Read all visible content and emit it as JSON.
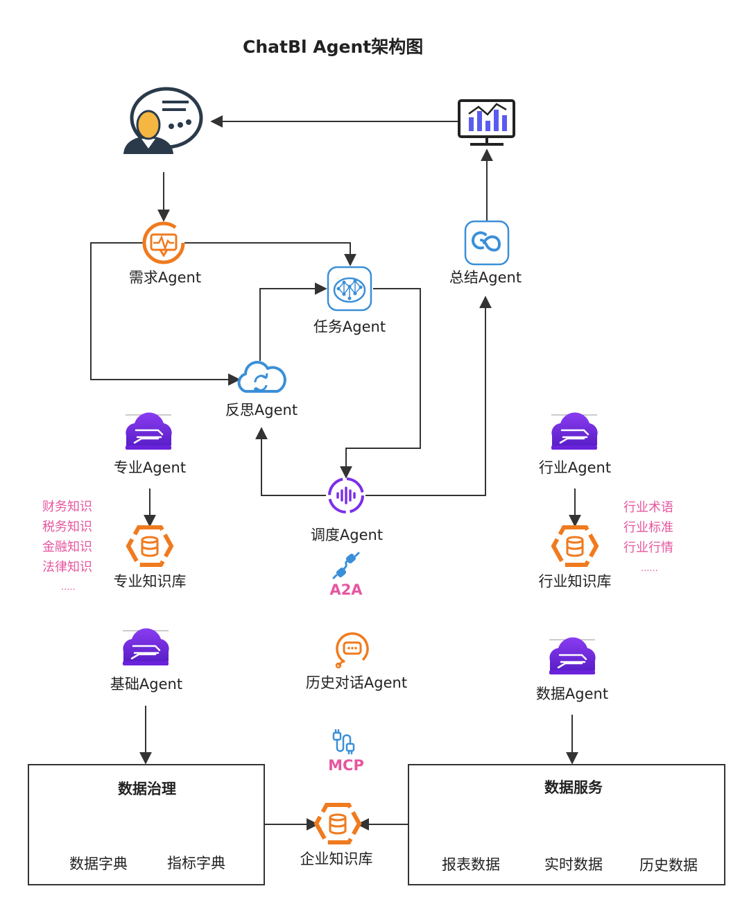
{
  "title": "ChatBl Agent架构图",
  "agents": {
    "demand": "需求Agent",
    "task": "任务Agent",
    "reflect": "反思Agent",
    "summary": "总结Agent",
    "dispatch": "调度Agent",
    "professional": "专业Agent",
    "industry": "行业Agent",
    "basic": "基础Agent",
    "history": "历史对话Agent",
    "data": "数据Agent"
  },
  "knowledge_bases": {
    "professional": "专业知识库",
    "industry": "行业知识库",
    "enterprise": "企业知识库"
  },
  "professional_topics": [
    "财务知识",
    "税务知识",
    "金融知识",
    "法律知识",
    "....."
  ],
  "industry_topics": [
    "行业术语",
    "行业标准",
    "行业行情",
    "......"
  ],
  "protocols": {
    "a2a": "A2A",
    "mcp": "MCP"
  },
  "data_governance": {
    "title": "数据治理",
    "items": [
      "数据字典",
      "指标字典"
    ]
  },
  "data_service": {
    "title": "数据服务",
    "items": [
      "报表数据",
      "实时数据",
      "历史数据"
    ]
  },
  "colors": {
    "orange": "#f07a1e",
    "purple": "#7b2fe8",
    "blue": "#3a8fd8",
    "teal": "#35d0a9",
    "pink": "#e6569f",
    "line": "#333333"
  }
}
